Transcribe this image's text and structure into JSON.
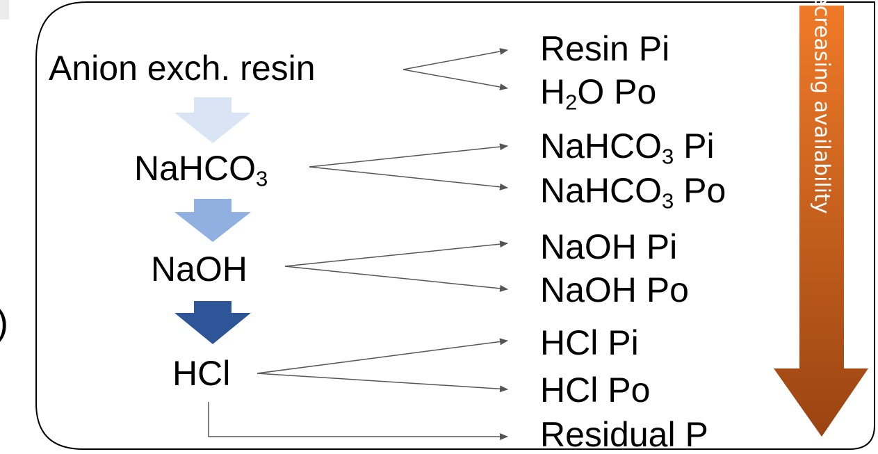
{
  "left_mark": ")",
  "steps": [
    {
      "id": "resin",
      "label": "Anion exch. resin"
    },
    {
      "id": "nahco3",
      "label": "NaHCO",
      "sub": "3"
    },
    {
      "id": "naoh",
      "label": "NaOH"
    },
    {
      "id": "hcl",
      "label": "HCl"
    }
  ],
  "fractions": [
    {
      "label": "Resin Pi"
    },
    {
      "label": "H",
      "sub": "2",
      "tail": "O Po"
    },
    {
      "label": "NaHCO",
      "sub": "3",
      "tail": " Pi"
    },
    {
      "label": "NaHCO",
      "sub": "3",
      "tail": " Po"
    },
    {
      "label": "NaOH Pi"
    },
    {
      "label": "NaOH Po"
    },
    {
      "label": "HCl Pi"
    },
    {
      "label": "HCl Po"
    },
    {
      "label": "Residual P"
    }
  ],
  "availability_label": "Decreasing availability",
  "colors": {
    "flow_arrow_1": "#d9e5f5",
    "flow_arrow_2": "#8fb0e0",
    "flow_arrow_3": "#2e5597",
    "availability_top": "#f07a28",
    "availability_bottom": "#9a4412",
    "line": "#555555"
  }
}
